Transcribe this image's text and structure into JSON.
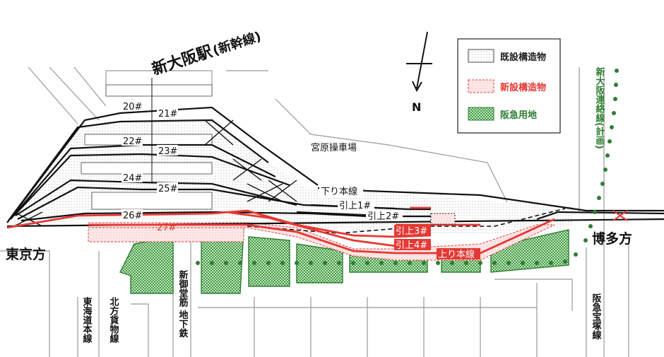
{
  "title": {
    "station": "新大阪駅",
    "line": "(新幹線)"
  },
  "compass": {
    "north": "N"
  },
  "legend": {
    "items": [
      {
        "label": "既設構造物",
        "color": "#222222"
      },
      {
        "label": "新設構造物",
        "color": "#e53935"
      },
      {
        "label": "阪急用地",
        "color": "#2e7d32"
      }
    ]
  },
  "yard": "宮原操車場",
  "directions": {
    "west": "東京方",
    "east": "博多方"
  },
  "tracks": {
    "t20": "20#",
    "t21": "21#",
    "t22": "22#",
    "t23": "23#",
    "t24": "24#",
    "t25": "25#",
    "t26": "26#",
    "t27": "27#",
    "down_main": "下り本線",
    "hiki1": "引上1#",
    "hiki2": "引上2#",
    "hiki3": "引上3#",
    "hiki4": "引上4#",
    "up_main": "上り本線"
  },
  "vertical_labels": {
    "tokaido": "東海道本線",
    "kitakata": "北方貨物線",
    "midosuji": "新御堂筋 地下鉄",
    "hankyu_takarazuka": "阪急宝塚線",
    "shin_osaka_link": "新大阪連絡線(計画)"
  },
  "colors": {
    "existing": "#222222",
    "new": "#e53935",
    "hankyu": "#2e7d32",
    "hankyu_fill": "#bfe0bf",
    "new_fill": "#fbe0e0"
  }
}
